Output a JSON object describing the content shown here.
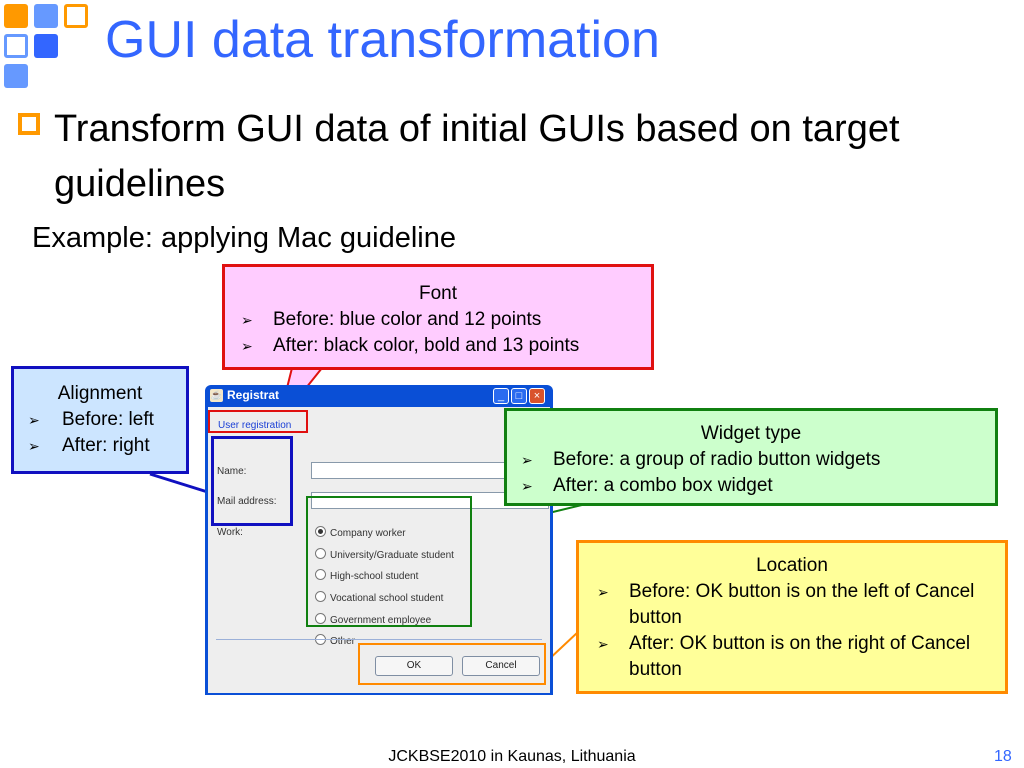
{
  "slide": {
    "title": "GUI data transformation",
    "bullet": "Transform GUI data of initial GUIs based on target guidelines",
    "example": "Example: applying Mac guideline",
    "footer": "JCKBSE2010 in Kaunas, Lithuania",
    "page_number": "18"
  },
  "callouts": {
    "font": {
      "heading": "Font",
      "items": [
        "Before: blue color and 12 points",
        "After: black color, bold and 13 points"
      ]
    },
    "alignment": {
      "heading": "Alignment",
      "items": [
        "Before: left",
        "After: right"
      ]
    },
    "widget_type": {
      "heading": "Widget type",
      "items": [
        "Before: a group of radio button widgets",
        "After: a combo box widget"
      ]
    },
    "location": {
      "heading": "Location",
      "items": [
        "Before: OK button is on the left of Cancel button",
        "After: OK button is on the right of Cancel button"
      ]
    }
  },
  "dialog": {
    "title": "Registrat",
    "header_label": "User registration",
    "labels": [
      "Name:",
      "Mail address:",
      "Work:"
    ],
    "radio_options": [
      "Company worker",
      "University/Graduate student",
      "High-school student",
      "Vocational school student",
      "Government employee",
      "Other"
    ],
    "selected_index": 0,
    "ok_label": "OK",
    "cancel_label": "Cancel",
    "title_buttons": [
      "_",
      "□",
      "×"
    ]
  },
  "colors": {
    "title": "#3366ff",
    "bullet": "#ff9900",
    "font_box_fill": "#ffccff",
    "font_box_border": "#e01010",
    "alignment_fill": "#cce5ff",
    "alignment_border": "#1010c0",
    "widget_fill": "#ccffcc",
    "widget_border": "#108010",
    "location_fill": "#ffff99",
    "location_border": "#ff8a00"
  },
  "icons": {
    "bullet_arrow": "➢",
    "java_icon": "java-cup-icon"
  }
}
